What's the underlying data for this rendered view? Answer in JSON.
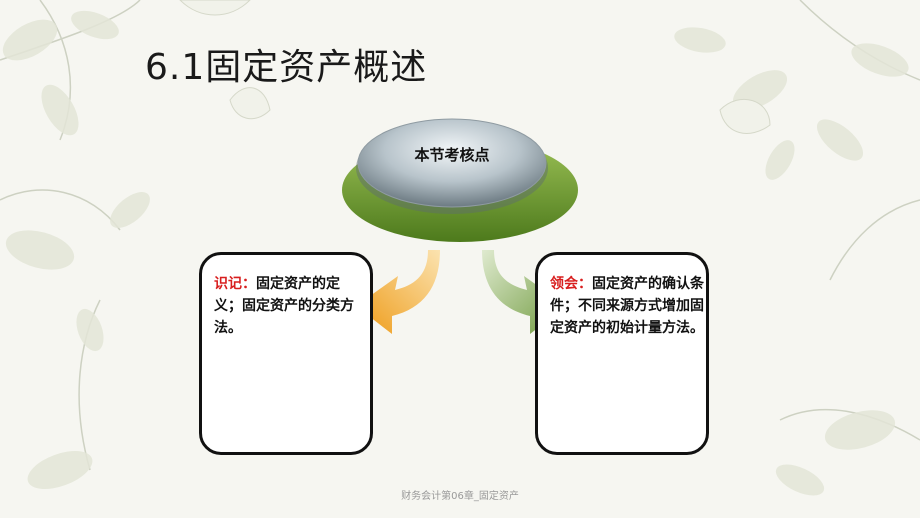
{
  "slide": {
    "title": "6.1固定资产概述",
    "hub_label": "本节考核点",
    "left_box": {
      "keyword": "识记：",
      "text": "固定资产的定义；固定资产的分类方法。"
    },
    "right_box": {
      "keyword": "领会：",
      "text": "固定资产的确认条件；不同来源方式增加固定资产的初始计量方法。"
    },
    "footer": "财务会计第06章_固定资产"
  },
  "colors": {
    "keyword": "#d81e1e",
    "hub_ring": "#6f9a2e",
    "left_arrow": "#f0a020",
    "right_arrow": "#7aa350"
  },
  "icons": {
    "background": "floral-branch-decoration",
    "left_arrow": "curved-arrow-left-icon",
    "right_arrow": "curved-arrow-right-icon"
  }
}
